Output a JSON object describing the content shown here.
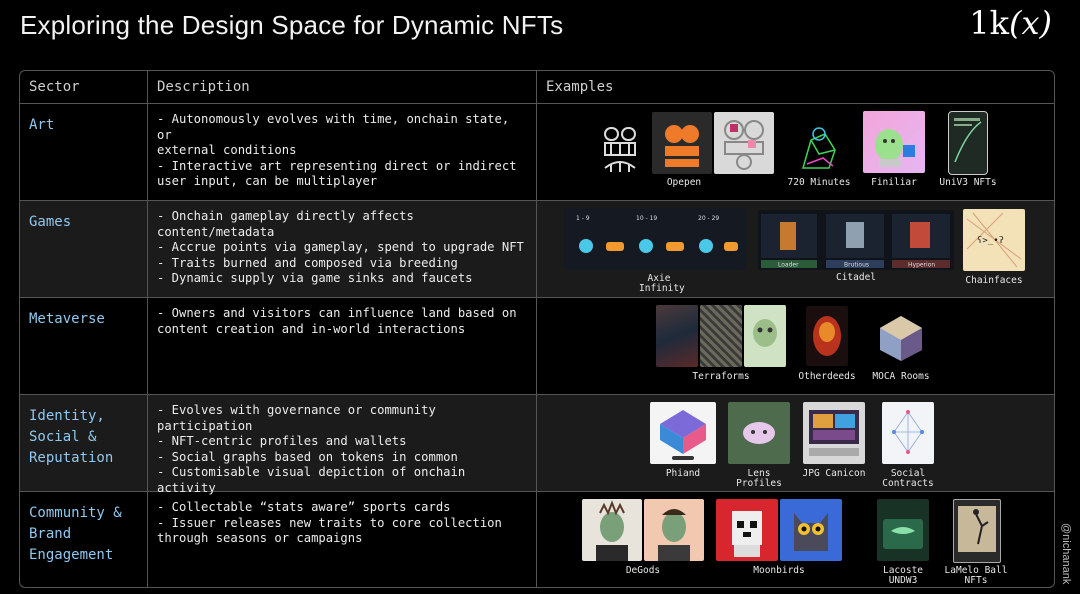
{
  "title": "Exploring the Design Space for Dynamic NFTs",
  "logo": "1k(x)",
  "handle": "@nichanank",
  "headers": {
    "sector": "Sector",
    "description": "Description",
    "examples": "Examples"
  },
  "rows": [
    {
      "sector": "Art",
      "description": "- Autonomously evolves with time, onchain state, or\nexternal conditions\n- Interactive art representing direct or indirect\nuser input, can be multiplayer",
      "examples": [
        "Opepen",
        "720 Minutes",
        "Finiliar",
        "UniV3 NFTs"
      ]
    },
    {
      "sector": "Games",
      "description": "- Onchain gameplay directly affects content/metadata\n- Accrue points via gameplay, spend to upgrade NFT\n- Traits burned and composed via breeding\n- Dynamic supply via game sinks and faucets",
      "examples": [
        "Axie\nInfinity",
        "Citadel",
        "Chainfaces"
      ],
      "axie_levels": [
        "1 - 9",
        "10 - 19",
        "20 - 29"
      ],
      "citadel_tags": [
        "Loader",
        "Brutious",
        "Hyperion"
      ],
      "chainface": "ʕ>_•ʔ"
    },
    {
      "sector": "Metaverse",
      "description": "- Owners and visitors can influence land based on\ncontent creation and in-world interactions",
      "examples": [
        "Terraforms",
        "Otherdeeds",
        "MOCA Rooms"
      ]
    },
    {
      "sector": "Identity,\nSocial &\nReputation",
      "description": "- Evolves with governance or community participation\n- NFT-centric profiles and wallets\n- Social graphs based on tokens in common\n- Customisable visual depiction of onchain activity",
      "examples": [
        "Phiand",
        "Lens\nProfiles",
        "JPG Canicon",
        "Social\nContracts"
      ]
    },
    {
      "sector": "Community &\nBrand\nEngagement",
      "description": "- Collectable “stats aware” sports cards\n- Issuer releases new traits to core collection\nthrough seasons or campaigns",
      "examples": [
        "DeGods",
        "Moonbirds",
        "Lacoste\nUNDW3",
        "LaMelo Ball\nNFTs"
      ]
    }
  ],
  "colors": {
    "accent": "#8fc8f0",
    "border": "#555555",
    "alt_row": "#1b1b1b"
  }
}
